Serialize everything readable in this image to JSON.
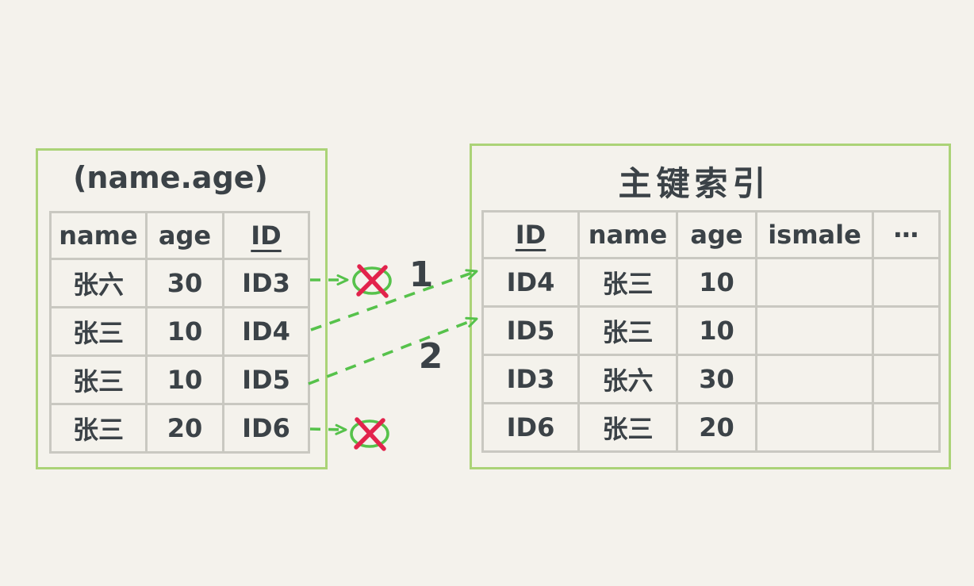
{
  "page": {
    "background_color": "#f4f2ec",
    "description_colors": {
      "panel_border_green": "#abd377",
      "grid_gray": "#c9c8c1",
      "ink_dark": "#3b4247",
      "arrow_green": "#56c24b",
      "x_mark_red": "#e2234c"
    }
  },
  "left_panel": {
    "title": "(name.age)",
    "columns": [
      "name",
      "age",
      "ID"
    ],
    "rows": [
      [
        "张六",
        "30",
        "ID3"
      ],
      [
        "张三",
        "10",
        "ID4"
      ],
      [
        "张三",
        "10",
        "ID5"
      ],
      [
        "张三",
        "20",
        "ID6"
      ]
    ]
  },
  "right_panel": {
    "title": "主键索引",
    "columns": [
      "ID",
      "name",
      "age",
      "ismale",
      "⋯"
    ],
    "rows": [
      [
        "ID4",
        "张三",
        "10",
        "",
        ""
      ],
      [
        "ID5",
        "张三",
        "10",
        "",
        ""
      ],
      [
        "ID3",
        "张六",
        "30",
        "",
        ""
      ],
      [
        "ID6",
        "张三",
        "20",
        "",
        ""
      ]
    ]
  },
  "annotations": {
    "label_1": "1",
    "label_2": "2"
  }
}
